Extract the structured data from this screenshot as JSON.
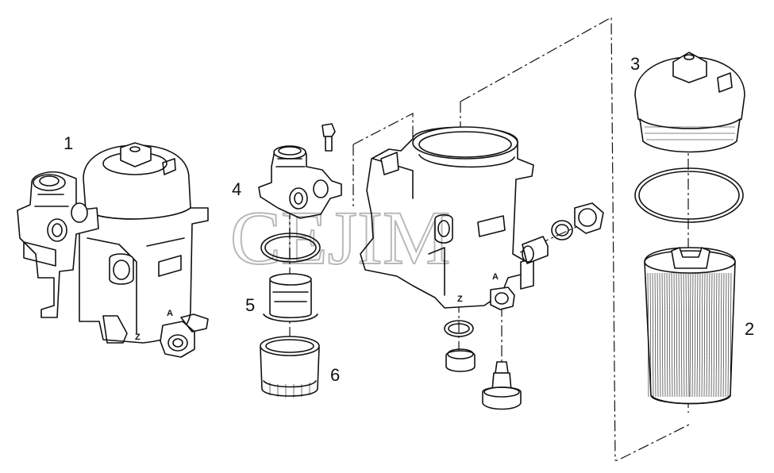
{
  "diagram": {
    "callouts": [
      {
        "id": "1",
        "text": "1"
      },
      {
        "id": "2",
        "text": "2"
      },
      {
        "id": "3",
        "text": "3"
      },
      {
        "id": "4",
        "text": "4"
      },
      {
        "id": "5",
        "text": "5"
      },
      {
        "id": "6",
        "text": "6"
      }
    ],
    "watermark": "CEJIM",
    "part_markings": {
      "z_left": "Z",
      "a_left": "A",
      "z_right": "Z",
      "a_right": "A"
    }
  },
  "colors": {
    "line": "#111111",
    "background": "#ffffff"
  }
}
